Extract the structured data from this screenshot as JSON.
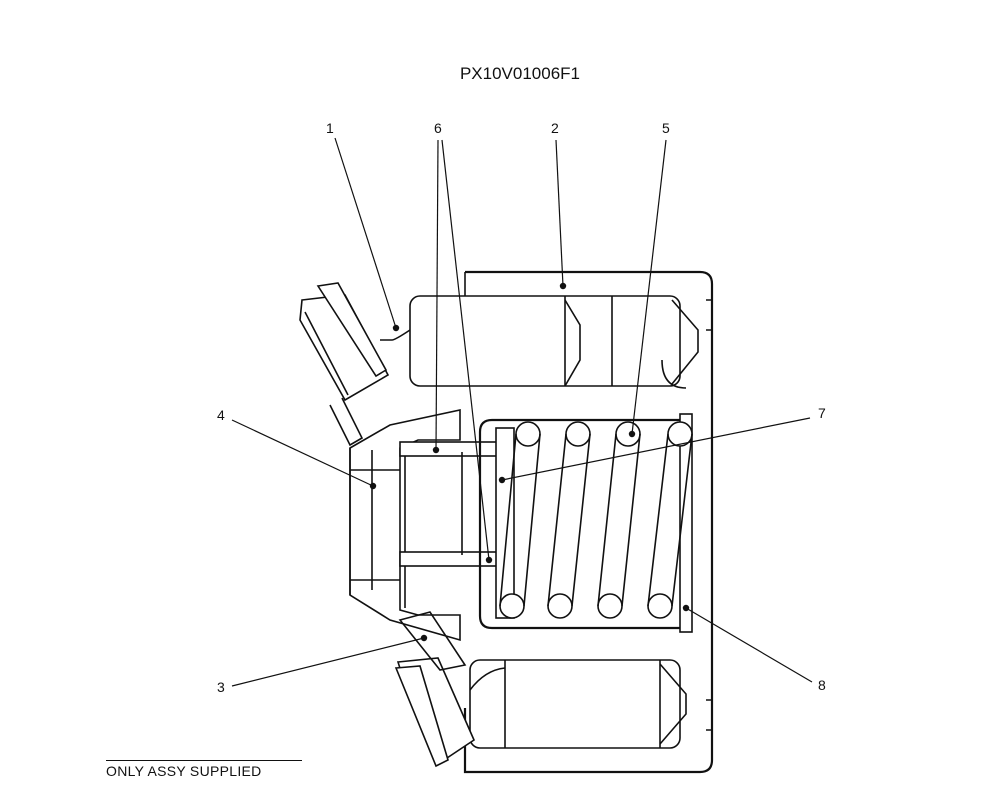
{
  "drawing": {
    "code": "PX10V01006F1",
    "note": "ONLY ASSY SUPPLIED"
  },
  "callouts": [
    {
      "id": "1",
      "label": "1"
    },
    {
      "id": "2",
      "label": "2"
    },
    {
      "id": "3",
      "label": "3"
    },
    {
      "id": "4",
      "label": "4"
    },
    {
      "id": "5",
      "label": "5"
    },
    {
      "id": "6",
      "label": "6"
    },
    {
      "id": "7",
      "label": "7"
    },
    {
      "id": "8",
      "label": "8"
    }
  ]
}
